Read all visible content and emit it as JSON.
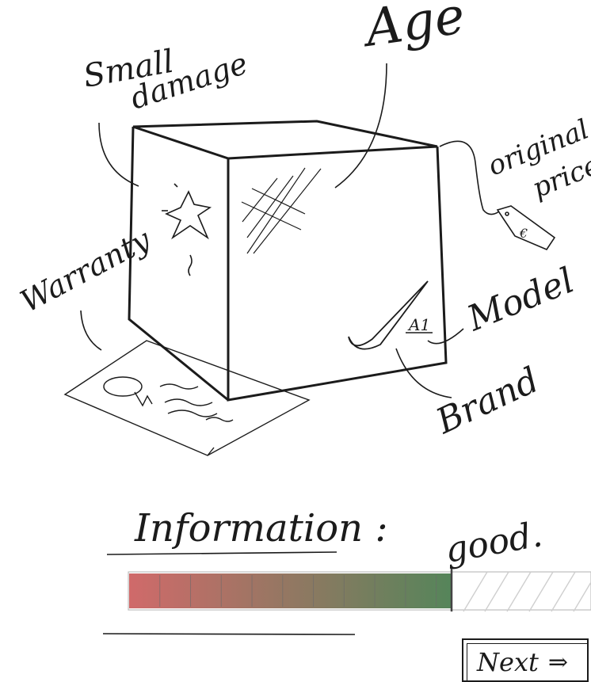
{
  "labels": {
    "small_damage_line1": "Small",
    "small_damage_line2": "damage",
    "age": "Age",
    "original_price_line1": "original",
    "original_price_line2": "price",
    "warranty": "Warranty",
    "model": "Model",
    "brand": "Brand",
    "model_code": "A1",
    "price_tag_symbol": "€"
  },
  "info": {
    "title": "Information :",
    "quality_label": "good.",
    "progress_fraction": 0.7,
    "colors": {
      "start": "#d06a6a",
      "end": "#55855a"
    }
  },
  "nav": {
    "next_label": "Next",
    "next_icon": "double-arrow-right-icon"
  }
}
